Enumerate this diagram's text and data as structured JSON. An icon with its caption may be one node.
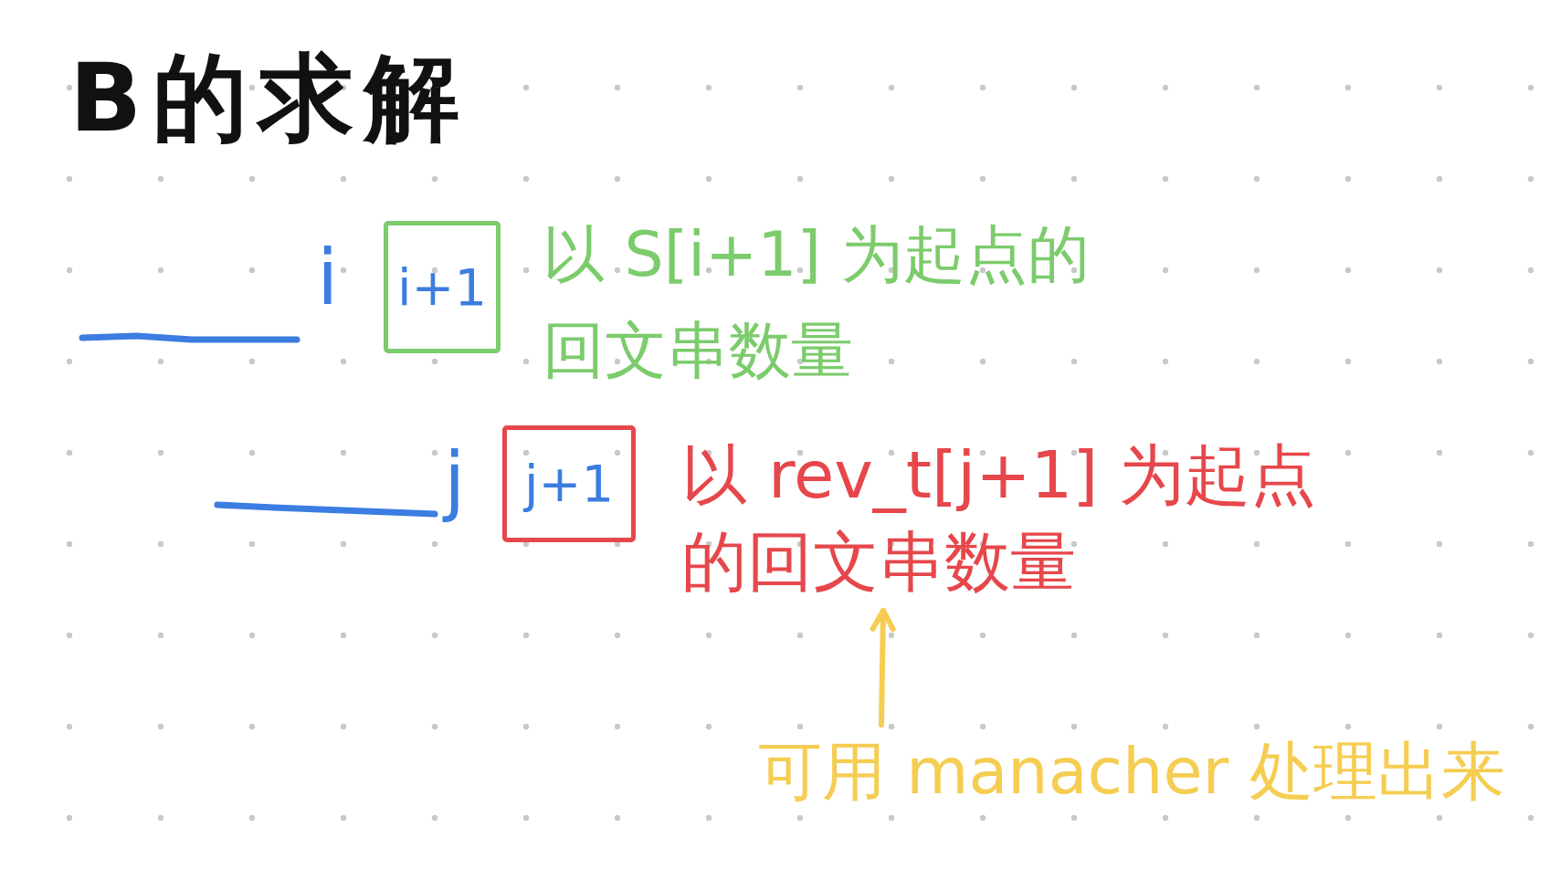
{
  "diagram": {
    "title": "B的求解",
    "nodes": [
      {
        "text": [
          "i+1"
        ],
        "beside": [
          "以 S[i+1] 为起点的回文串数量"
        ]
      },
      {
        "text": [
          "j+1"
        ]
      },
      {
        "text": [
          "以 rev_t[j+1] 为起点的回文串数量"
        ]
      },
      {
        "text": [
          "可用 manacher 处理出来"
        ]
      }
    ],
    "edges": [
      {
        "from": 3,
        "to": 2,
        "arrow": "to"
      }
    ],
    "labels": [
      "i",
      "j"
    ]
  }
}
